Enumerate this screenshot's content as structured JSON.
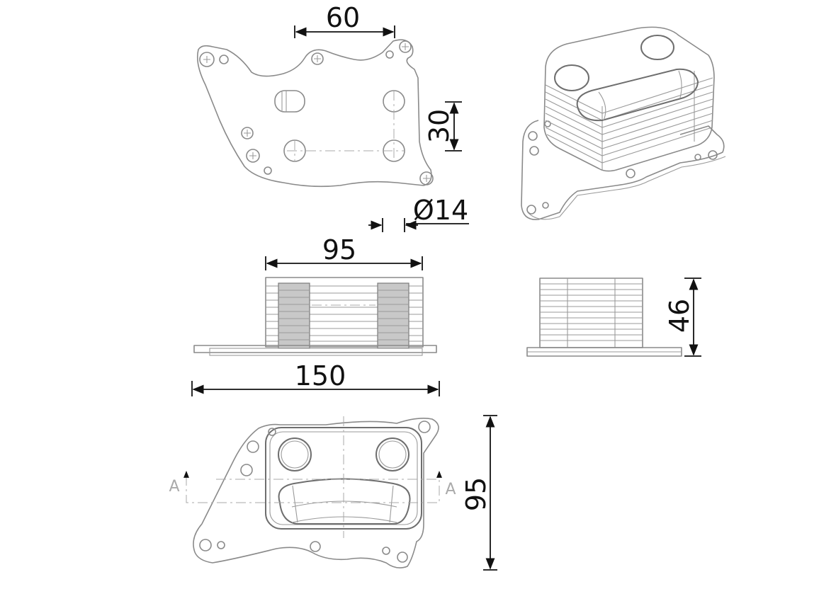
{
  "drawing": {
    "subject": "oil cooler dimensional drawing",
    "colors": {
      "line": "#8a8a8a",
      "dimension": "#111111",
      "background": "#ffffff",
      "fin_fill": "#c8c8c8"
    },
    "views": {
      "top_view": {
        "dimensions": {
          "width": "60",
          "height": "30",
          "diameter": "Ø14"
        }
      },
      "isometric_view": {},
      "front_view": {
        "dimensions": {
          "core_width": "95",
          "overall_width": "150"
        }
      },
      "side_view": {
        "dimensions": {
          "height": "46"
        }
      },
      "bottom_view": {
        "dimensions": {
          "height": "95"
        },
        "section_marks": {
          "left": "A",
          "right": "A"
        }
      }
    }
  }
}
